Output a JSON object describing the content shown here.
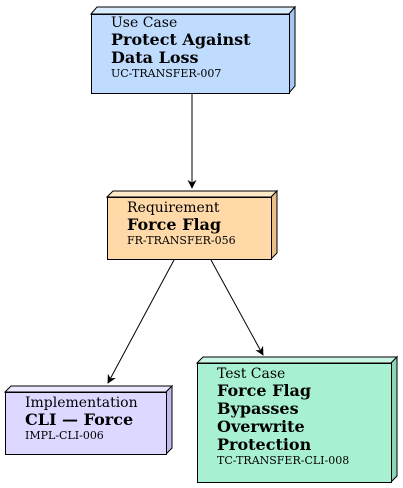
{
  "nodes": {
    "use_case": {
      "kind": "Use Case",
      "title": "Protect Against Data Loss",
      "id": "UC-TRANSFER-007",
      "fill": "#bfdcff"
    },
    "requirement": {
      "kind": "Requirement",
      "title": "Force Flag",
      "id": "FR-TRANSFER-056",
      "fill": "#ffdaa8"
    },
    "implementation": {
      "kind": "Implementation",
      "title": "CLI — Force",
      "id": "IMPL-CLI-006",
      "fill": "#dcd8ff"
    },
    "test_case": {
      "kind": "Test Case",
      "title": "Force Flag Bypasses Overwrite Protection",
      "id": "TC-TRANSFER-CLI-008",
      "fill": "#a8f0d2"
    }
  },
  "edges": [
    {
      "from": "use_case",
      "to": "requirement"
    },
    {
      "from": "requirement",
      "to": "implementation"
    },
    {
      "from": "requirement",
      "to": "test_case"
    }
  ]
}
